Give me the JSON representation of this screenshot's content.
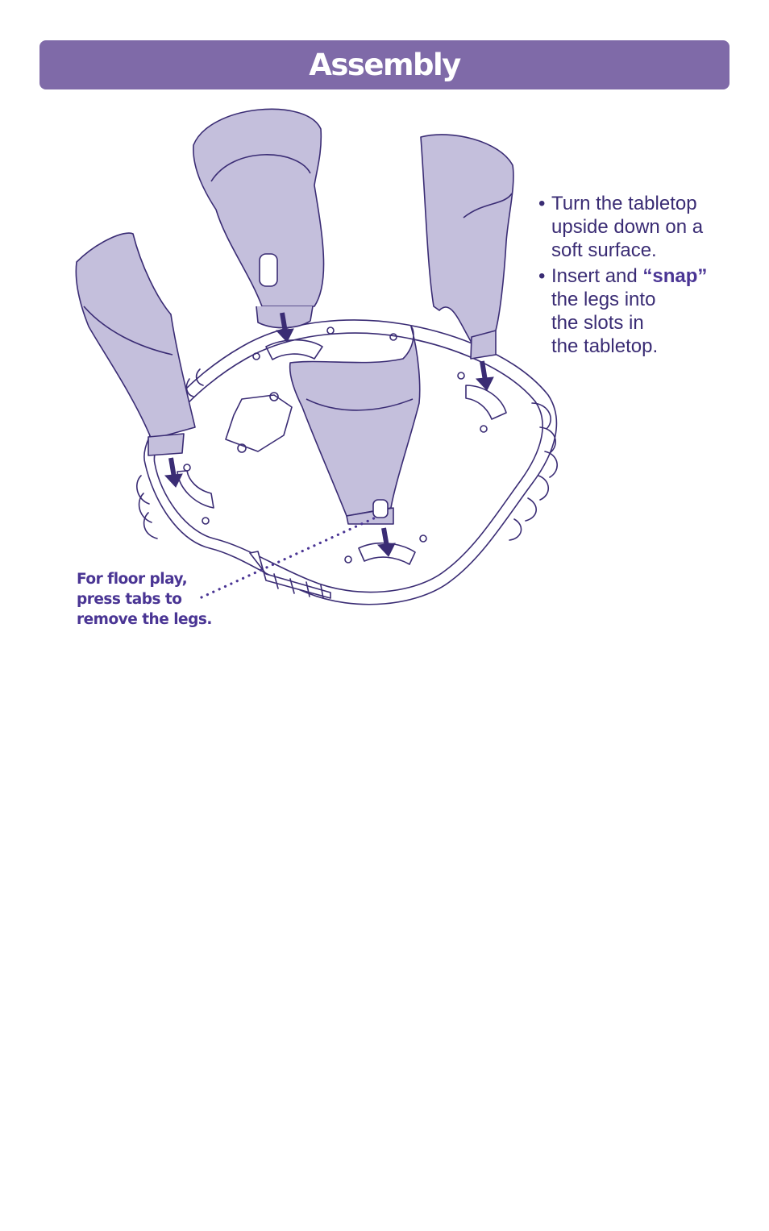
{
  "header": {
    "title": "Assembly"
  },
  "instructions": {
    "steps": [
      {
        "text": "Turn the tabletop upside down on a soft surface."
      },
      {
        "before": "Insert and ",
        "emphasis": "“snap”",
        "after": " the legs into the slots in the tabletop."
      }
    ],
    "lines_step1": [
      "Turn the tabletop",
      "upside down on a",
      "soft surface."
    ],
    "lines_step2_tail": [
      "the legs into",
      "the slots in",
      "the tabletop."
    ]
  },
  "callout": {
    "lines": [
      "For floor play,",
      "press tabs to",
      "remove the legs."
    ]
  },
  "colors": {
    "header_bg": "#7f6aa8",
    "leg_fill": "#c4bfdc",
    "outline": "#3a2c74",
    "arrow": "#3a2c74"
  }
}
